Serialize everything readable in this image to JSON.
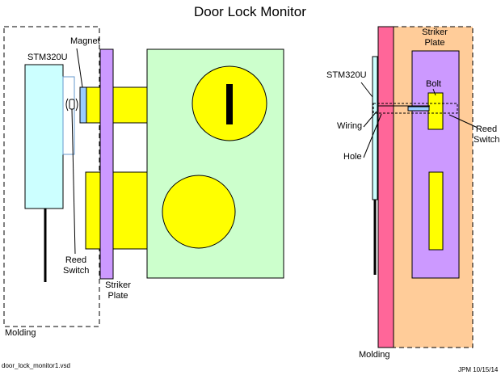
{
  "title": "Door Lock Monitor",
  "left_view": {
    "device_label": "STM320U",
    "magnet_label": "Magnet",
    "reed_switch_label": [
      "Reed",
      "Switch"
    ],
    "striker_plate_label": [
      "Striker",
      "Plate"
    ],
    "molding_label": "Molding"
  },
  "right_view": {
    "device_label": "STM320U",
    "striker_plate_label": [
      "Striker",
      "Plate"
    ],
    "bolt_label": "Bolt",
    "wiring_label": "Wiring",
    "hole_label": "Hole",
    "reed_switch_label": [
      "Reed",
      "Switch"
    ],
    "molding_label": "Molding"
  },
  "footer": {
    "filename": "door_lock_monitor1.vsd",
    "signature": "JPM 10/15/14"
  },
  "colors": {
    "device": "#ccffff",
    "yellow": "#ffff00",
    "striker": "#cc99ff",
    "door": "#ccffcc",
    "molding_pink": "#ff6699",
    "frame_peach": "#ffcc99"
  }
}
